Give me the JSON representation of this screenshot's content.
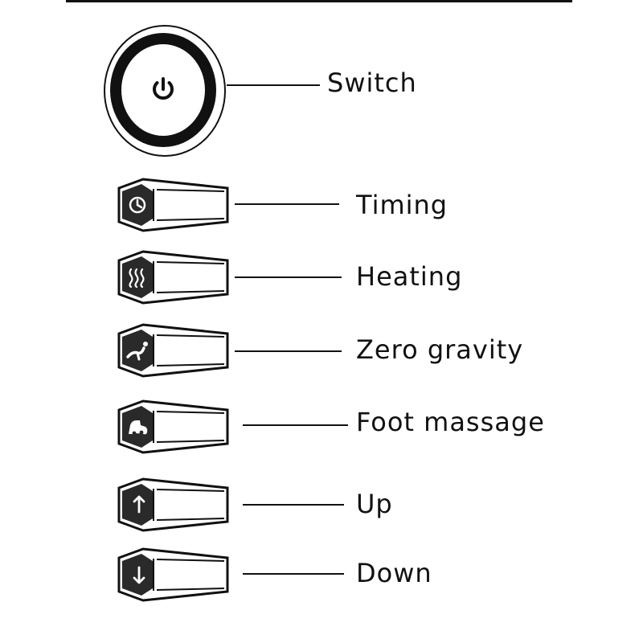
{
  "labels": {
    "switch": "Switch",
    "timing": "Timing",
    "heating": "Heating",
    "zero_gravity": "Zero gravity",
    "foot_massage": "Foot massage",
    "up": "Up",
    "down": "Down"
  },
  "icons": {
    "switch": "power-icon",
    "timing": "clock-icon",
    "heating": "heat-waves-icon",
    "zero_gravity": "reclining-figure-icon",
    "foot_massage": "foot-icon",
    "up": "arrow-up-icon",
    "down": "arrow-down-icon"
  },
  "colors": {
    "ink": "#111111",
    "background": "#ffffff"
  }
}
